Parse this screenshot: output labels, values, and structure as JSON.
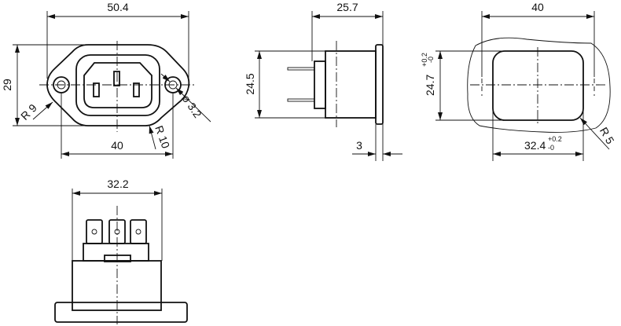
{
  "views": {
    "front": {
      "width_overall": "50.4",
      "height": "29",
      "hole_spacing": "40",
      "radius_left": "R 9",
      "radius_bottom": "R 10",
      "hole_diameter": "ø 3.2"
    },
    "side": {
      "depth": "25.7",
      "body_height": "24.5",
      "flange_thickness": "3"
    },
    "cutout": {
      "hole_spacing": "40",
      "height": "24.7",
      "height_tol_upper": "+0.2",
      "height_tol_lower": "-0",
      "width": "32.4",
      "width_tol_upper": "+0.2",
      "width_tol_lower": "-0",
      "corner_radius": "R 5"
    },
    "bottom": {
      "width": "32.2"
    }
  }
}
